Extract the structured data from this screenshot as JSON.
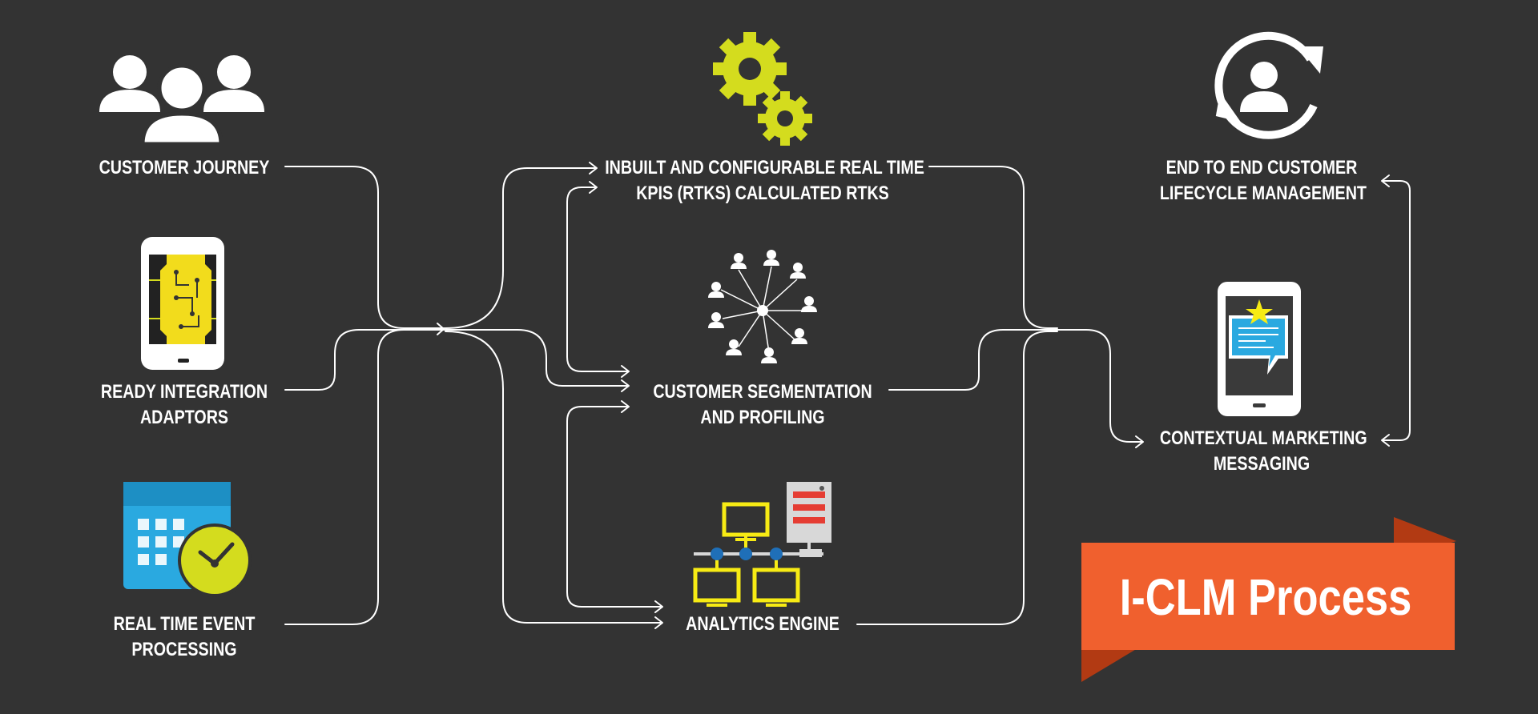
{
  "colors": {
    "background": "#333333",
    "connector": "#ffffff",
    "accent_yellow": "#d4dc1e",
    "accent_blue": "#2aa9e0",
    "banner_orange": "#f0602e",
    "banner_shadow": "#b23a13"
  },
  "left_nodes": {
    "customer_journey": {
      "lines": [
        "CUSTOMER JOURNEY"
      ],
      "icon": "users-group-icon"
    },
    "integration_adaptors": {
      "lines": [
        "READY INTEGRATION",
        "ADAPTORS"
      ],
      "icon": "phone-chip-icon"
    },
    "event_processing": {
      "lines": [
        "REAL TIME EVENT",
        "PROCESSING"
      ],
      "icon": "calendar-clock-icon"
    }
  },
  "center_nodes": {
    "kpis": {
      "lines": [
        "INBUILT AND CONFIGURABLE REAL TIME",
        "KPIS (RTKS) CALCULATED RTKS"
      ],
      "icon": "gears-icon"
    },
    "segmentation": {
      "lines": [
        "CUSTOMER SEGMENTATION",
        "AND PROFILING"
      ],
      "icon": "network-people-icon"
    },
    "analytics": {
      "lines": [
        "ANALYTICS ENGINE"
      ],
      "icon": "computer-network-icon"
    }
  },
  "right_nodes": {
    "lifecycle": {
      "lines": [
        "END TO END CUSTOMER",
        "LIFECYCLE MANAGEMENT"
      ],
      "icon": "user-cycle-icon"
    },
    "messaging": {
      "lines": [
        "CONTEXTUAL MARKETING",
        "MESSAGING"
      ],
      "icon": "phone-message-icon"
    }
  },
  "banner": {
    "title": "I-CLM Process"
  }
}
